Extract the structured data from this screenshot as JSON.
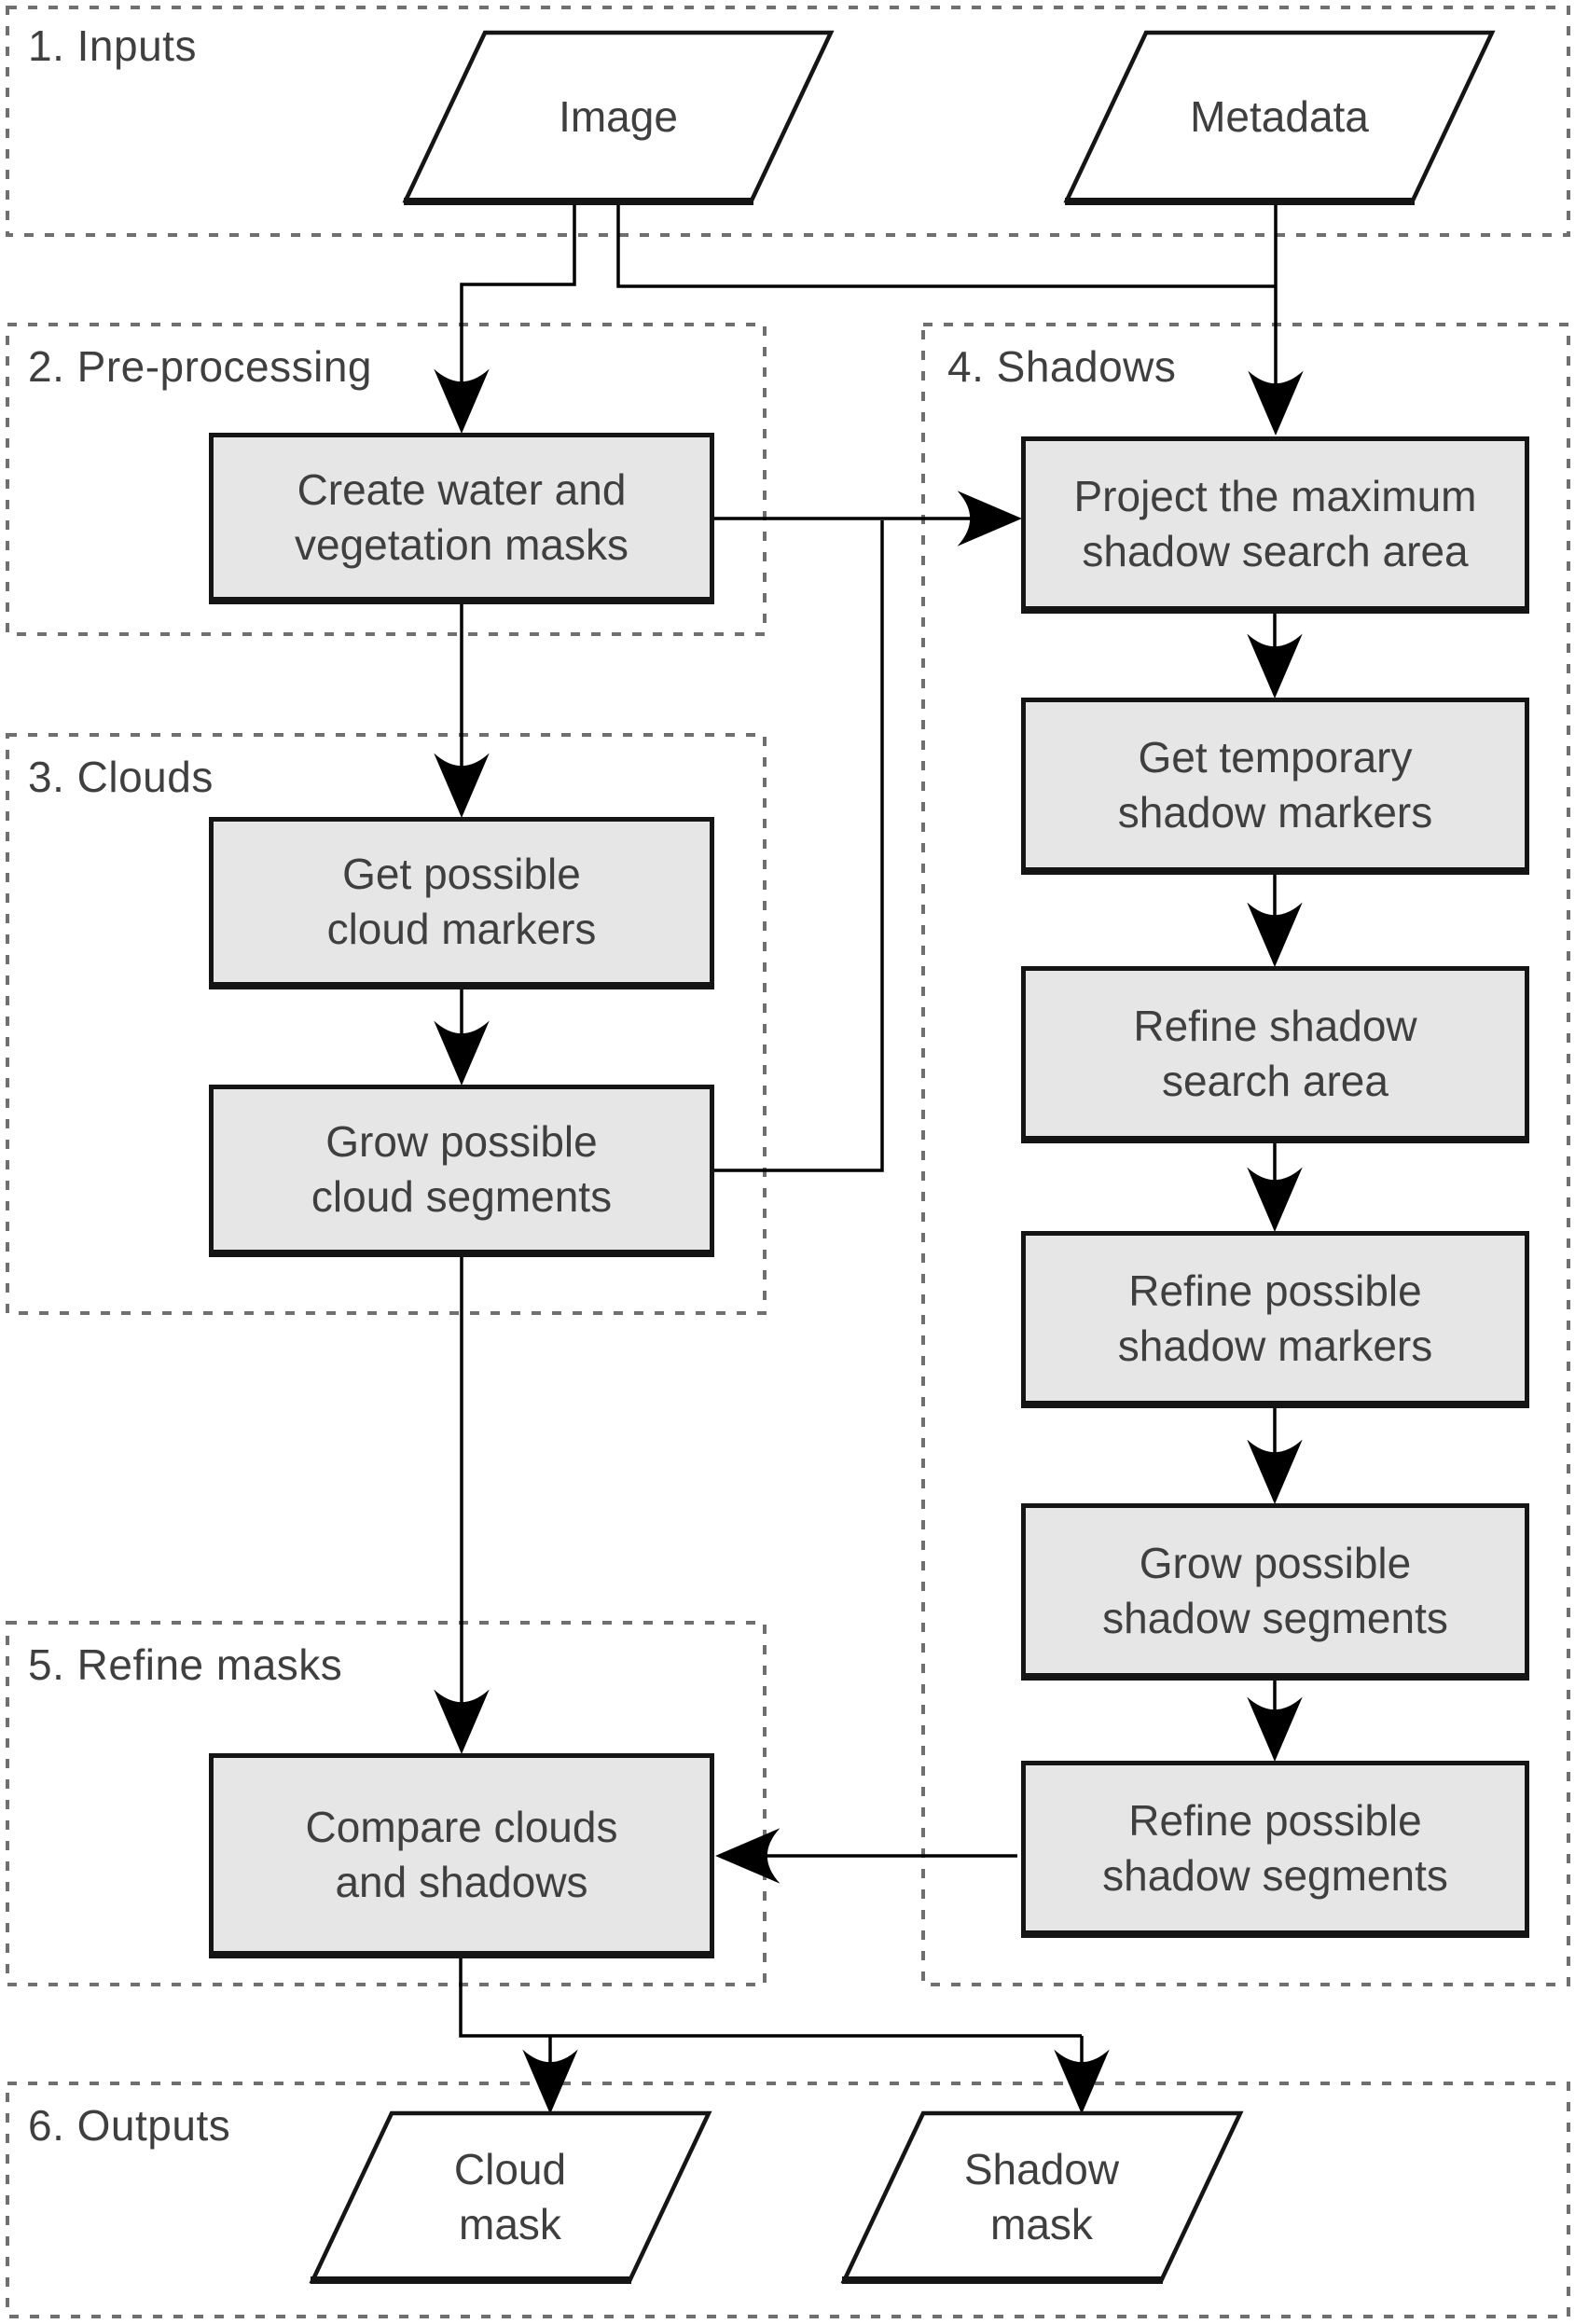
{
  "sections": {
    "inputs": {
      "label": "1. Inputs"
    },
    "preprocessing": {
      "label": "2. Pre-processing"
    },
    "clouds": {
      "label": "3. Clouds"
    },
    "shadows": {
      "label": "4. Shadows"
    },
    "refine_masks": {
      "label": "5. Refine masks"
    },
    "outputs": {
      "label": "6. Outputs"
    }
  },
  "nodes": {
    "image": {
      "label": "Image",
      "shape": "parallelogram"
    },
    "metadata": {
      "label": "Metadata",
      "shape": "parallelogram"
    },
    "create_water": {
      "label": "Create water and\nvegetation masks",
      "shape": "process"
    },
    "get_cloud_markers": {
      "label": "Get possible\ncloud markers",
      "shape": "process"
    },
    "grow_cloud_segments": {
      "label": "Grow possible\ncloud segments",
      "shape": "process"
    },
    "project_search_area": {
      "label": "Project the maximum\nshadow search area",
      "shape": "process"
    },
    "get_temp_markers": {
      "label": "Get temporary\nshadow markers",
      "shape": "process"
    },
    "refine_search_area": {
      "label": "Refine shadow\nsearch area",
      "shape": "process"
    },
    "refine_shadow_markers": {
      "label": "Refine possible\nshadow markers",
      "shape": "process"
    },
    "grow_shadow_segments": {
      "label": "Grow possible\nshadow segments",
      "shape": "process"
    },
    "refine_shadow_segments": {
      "label": "Refine possible\nshadow segments",
      "shape": "process"
    },
    "compare": {
      "label": "Compare clouds\nand shadows",
      "shape": "process"
    },
    "cloud_mask": {
      "label": "Cloud\nmask",
      "shape": "parallelogram"
    },
    "shadow_mask": {
      "label": "Shadow\nmask",
      "shape": "parallelogram"
    }
  },
  "colors": {
    "background": "#ffffff",
    "section_border": "#6f6f6f",
    "section_label_text": "#3f3f3f",
    "node_fill": "#e6e6e6",
    "node_border": "#151515",
    "node_text": "#3f3f3f",
    "io_fill": "#ffffff",
    "connector": "#000000"
  }
}
